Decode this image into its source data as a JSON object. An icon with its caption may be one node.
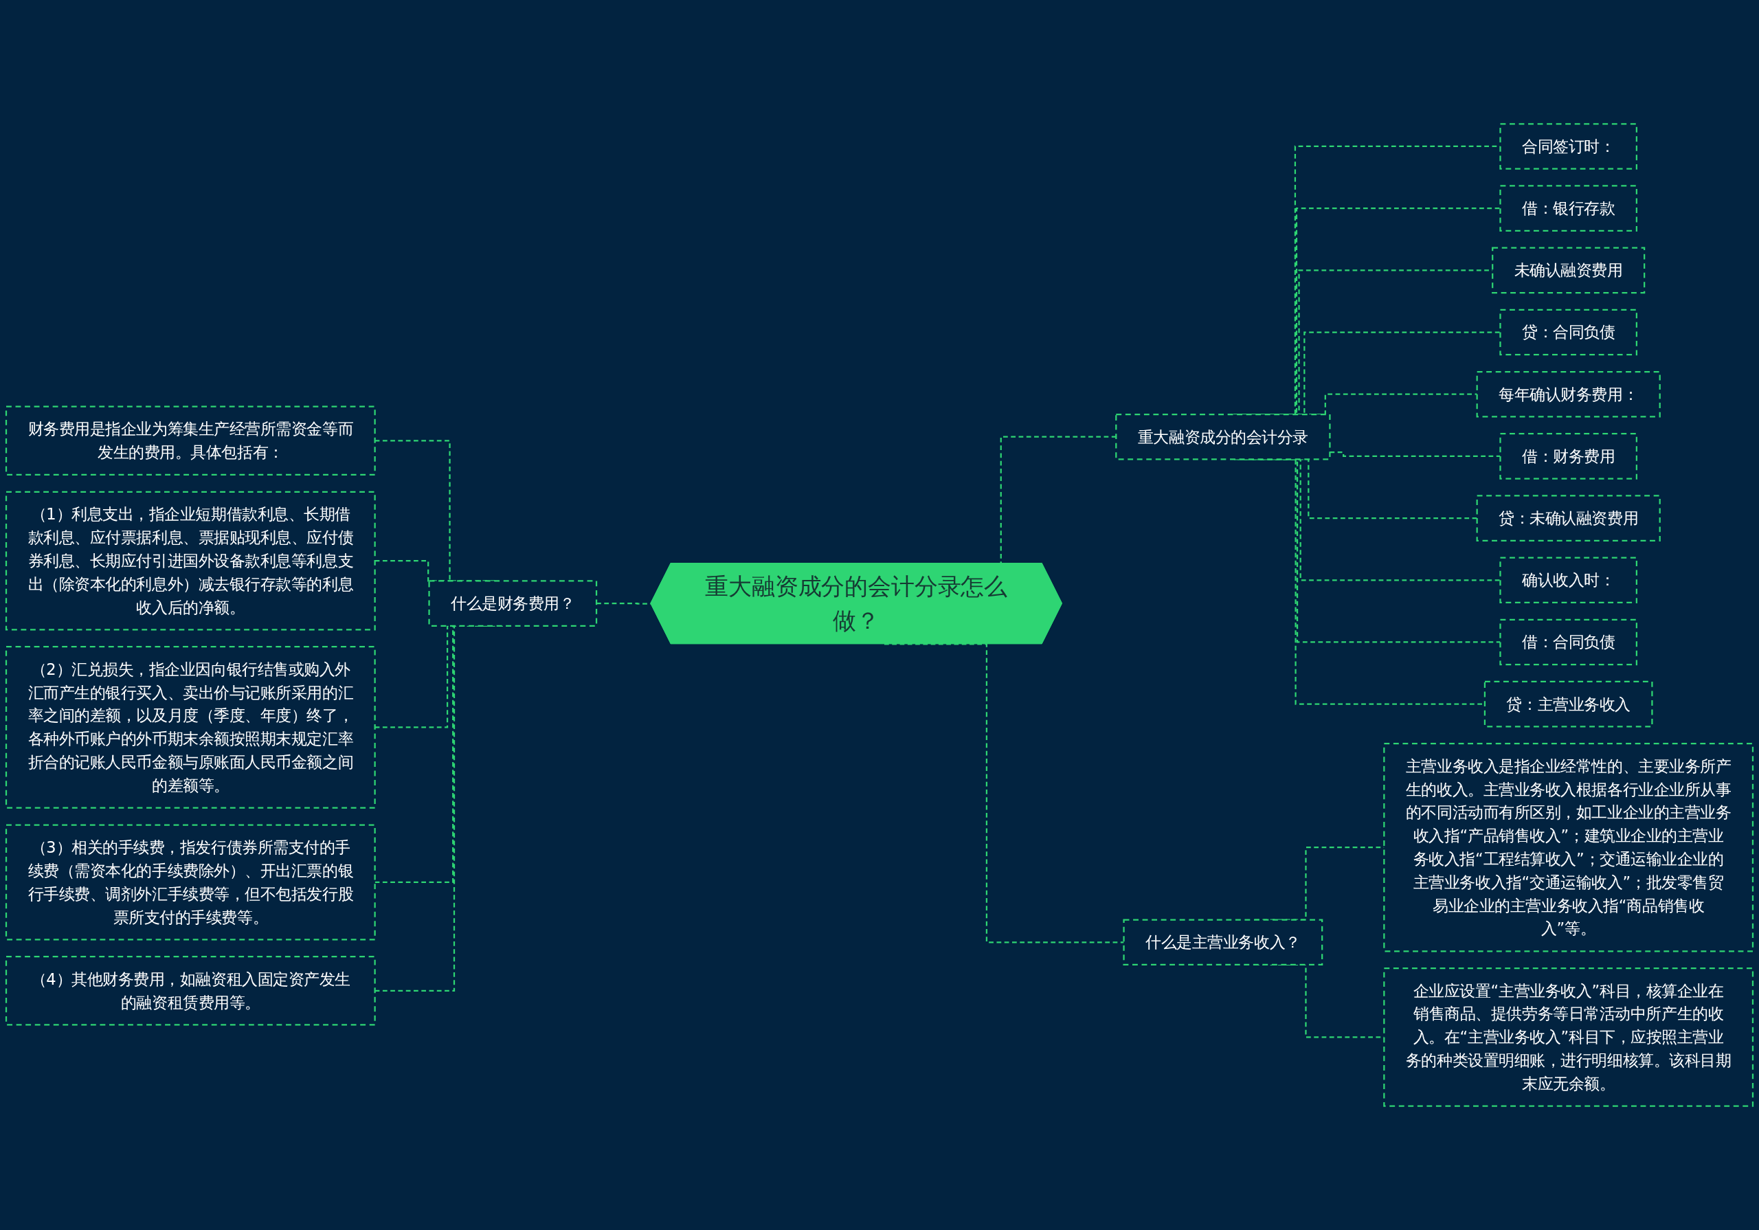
{
  "diagram": {
    "nodes": [
      {
        "text": [
          "重大融资成分的会计分录怎么做？"
        ]
      },
      {
        "text": [
          "什么是财务费用？"
        ]
      },
      {
        "text": [
          "财务费用是指企业为筹集生产经营所需资金等而发生的费用。具体包括有："
        ]
      },
      {
        "text": [
          "（1）利息支出，指企业短期借款利息、长期借款利息、应付票据利息、票据贴现利息、应付债券利息、长期应付引进国外设备款利息等利息支出（除资本化的利息外）减去银行存款等的利息收入后的净额。"
        ]
      },
      {
        "text": [
          "（2）汇兑损失，指企业因向银行结售或购入外汇而产生的银行买入、卖出价与记账所采用的汇率之间的差额，以及月度（季度、年度）终了，各种外币账户的外币期末余额按照期末规定汇率折合的记账人民币金额与原账面人民币金额之间的差额等。"
        ]
      },
      {
        "text": [
          "（3）相关的手续费，指发行债券所需支付的手续费（需资本化的手续费除外）、开出汇票的银行手续费、调剂外汇手续费等，但不包括发行股票所支付的手续费等。"
        ]
      },
      {
        "text": [
          "（4）其他财务费用，如融资租入固定资产发生的融资租赁费用等。"
        ]
      },
      {
        "text": [
          "重大融资成分的会计分录"
        ]
      },
      {
        "text": [
          "合同签订时："
        ]
      },
      {
        "text": [
          "借：银行存款"
        ]
      },
      {
        "text": [
          "未确认融资费用"
        ]
      },
      {
        "text": [
          "贷：合同负债"
        ]
      },
      {
        "text": [
          "每年确认财务费用："
        ]
      },
      {
        "text": [
          "借：财务费用"
        ]
      },
      {
        "text": [
          "贷：未确认融资费用"
        ]
      },
      {
        "text": [
          "确认收入时："
        ]
      },
      {
        "text": [
          "借：合同负债"
        ]
      },
      {
        "text": [
          "贷：主营业务收入"
        ]
      },
      {
        "text": [
          "什么是主营业务收入？"
        ]
      },
      {
        "text": [
          "主营业务收入是指企业经常性的、主要业务所产生的收入。主营业务收入根据各行业企业所从事的不同活动而有所区别，如工业企业的主营业务收入指“产品销售收入”；建筑业企业的主营业务收入指“工程结算收入”；交通运输业企业的主营业务收入指“交通运输收入”；批发零售贸易业企业的主营业务收入指“商品销售收入”等。"
        ]
      },
      {
        "text": [
          "企业应设置“主营业务收入”科目，核算企业在销售商品、提供劳务等日常活动中所产生的收入。在“主营业务收入”科目下，应按照主营业务的种类设置明细账，进行明细核算。该科目期末应无余额。"
        ]
      }
    ],
    "edges": [
      {
        "from": 0,
        "to": 1,
        "arrow": "none"
      },
      {
        "from": 1,
        "to": 2,
        "arrow": "none"
      },
      {
        "from": 1,
        "to": 3,
        "arrow": "none"
      },
      {
        "from": 1,
        "to": 4,
        "arrow": "none"
      },
      {
        "from": 1,
        "to": 5,
        "arrow": "none"
      },
      {
        "from": 1,
        "to": 6,
        "arrow": "none"
      },
      {
        "from": 0,
        "to": 7,
        "arrow": "none"
      },
      {
        "from": 7,
        "to": 8,
        "arrow": "none"
      },
      {
        "from": 7,
        "to": 9,
        "arrow": "none"
      },
      {
        "from": 7,
        "to": 10,
        "arrow": "none"
      },
      {
        "from": 7,
        "to": 11,
        "arrow": "none"
      },
      {
        "from": 7,
        "to": 12,
        "arrow": "none"
      },
      {
        "from": 7,
        "to": 13,
        "arrow": "none"
      },
      {
        "from": 7,
        "to": 14,
        "arrow": "none"
      },
      {
        "from": 7,
        "to": 15,
        "arrow": "none"
      },
      {
        "from": 7,
        "to": 16,
        "arrow": "none"
      },
      {
        "from": 7,
        "to": 17,
        "arrow": "none"
      },
      {
        "from": 0,
        "to": 18,
        "arrow": "none"
      },
      {
        "from": 18,
        "to": 19,
        "arrow": "none"
      },
      {
        "from": 18,
        "to": 20,
        "arrow": "none"
      }
    ]
  }
}
